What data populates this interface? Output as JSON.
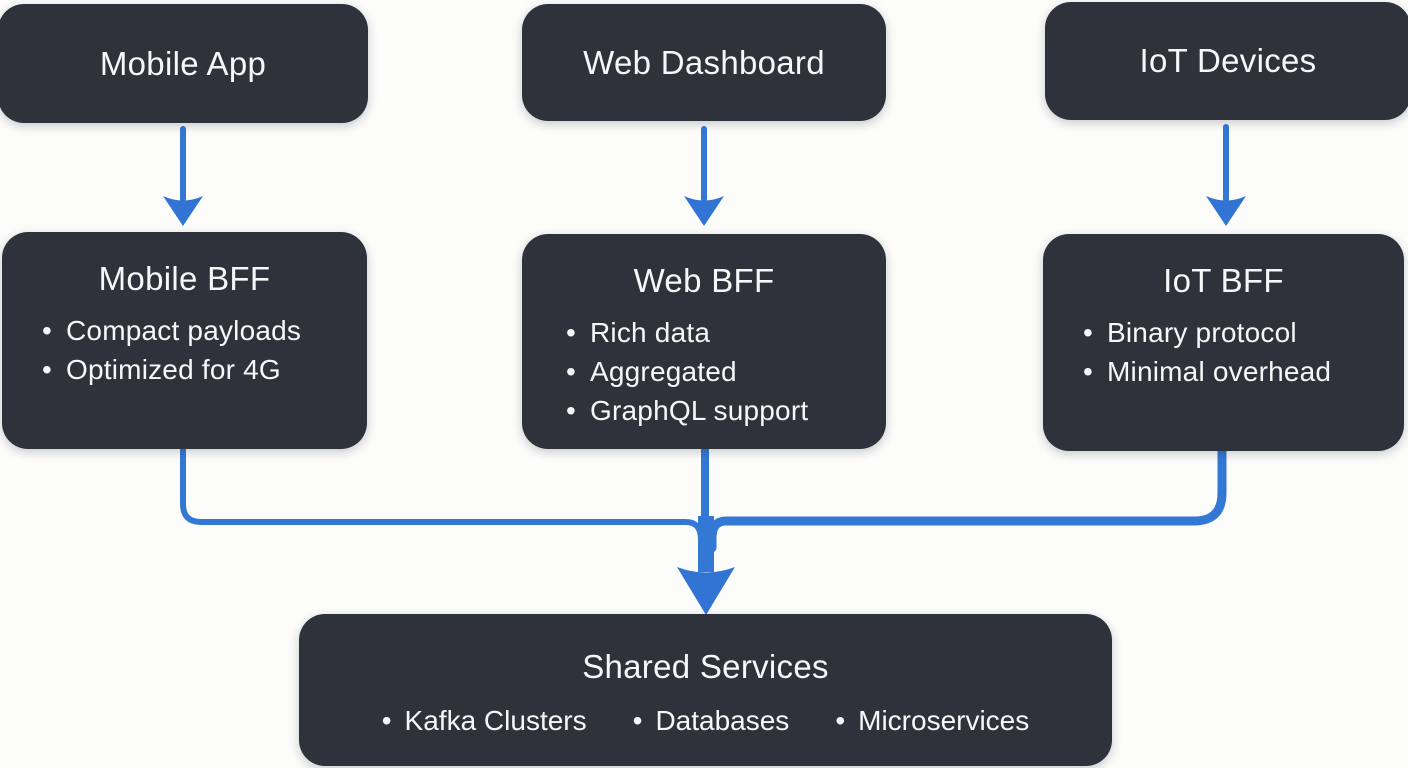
{
  "meta": {
    "background_color": "#fcfcfb",
    "node_color": "#2e333b",
    "text_color": "#f6f7f8",
    "arrow_color": "#3478d6"
  },
  "nodes": {
    "mobile_app": {
      "title": "Mobile App"
    },
    "web_dashboard": {
      "title": "Web Dashboard"
    },
    "iot_devices": {
      "title": "IoT Devices"
    },
    "mobile_bff": {
      "title": "Mobile BFF",
      "bullets": [
        "Compact payloads",
        "Optimized for 4G"
      ]
    },
    "web_bff": {
      "title": "Web BFF",
      "bullets": [
        "Rich data",
        "Aggregated",
        "GraphQL support"
      ]
    },
    "iot_bff": {
      "title": "IoT BFF",
      "bullets": [
        "Binary protocol",
        "Minimal overhead"
      ]
    },
    "shared_services": {
      "title": "Shared Services",
      "bullets": [
        "Kafka Clusters",
        "Databases",
        "Microservices"
      ]
    }
  },
  "edges": [
    {
      "from": "Mobile App",
      "to": "Mobile BFF"
    },
    {
      "from": "Web Dashboard",
      "to": "Web BFF"
    },
    {
      "from": "IoT Devices",
      "to": "IoT BFF"
    },
    {
      "from": "Mobile BFF",
      "to": "Shared Services"
    },
    {
      "from": "Web BFF",
      "to": "Shared Services"
    },
    {
      "from": "IoT BFF",
      "to": "Shared Services"
    }
  ]
}
